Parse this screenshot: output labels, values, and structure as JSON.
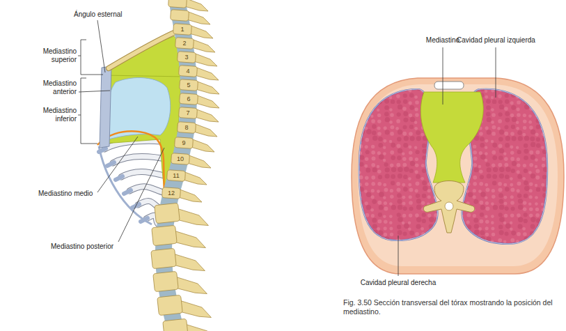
{
  "diagram": {
    "caption": "Fig. 3.50 Sección transversal del tórax mostrando la posición del mediastino.",
    "labels": [
      "Ángulo esternal",
      "Mediastino superior",
      "Mediastino anterior",
      "Mediastino inferior",
      "Mediastino medio",
      "Mediastino posterior",
      "1",
      "2",
      "3",
      "4",
      "5",
      "6",
      "7",
      "8",
      "9",
      "10",
      "11",
      "12",
      "Mediastino",
      "Cavidad pleural izquierda",
      "Cavidad pleural derecha"
    ]
  }
}
